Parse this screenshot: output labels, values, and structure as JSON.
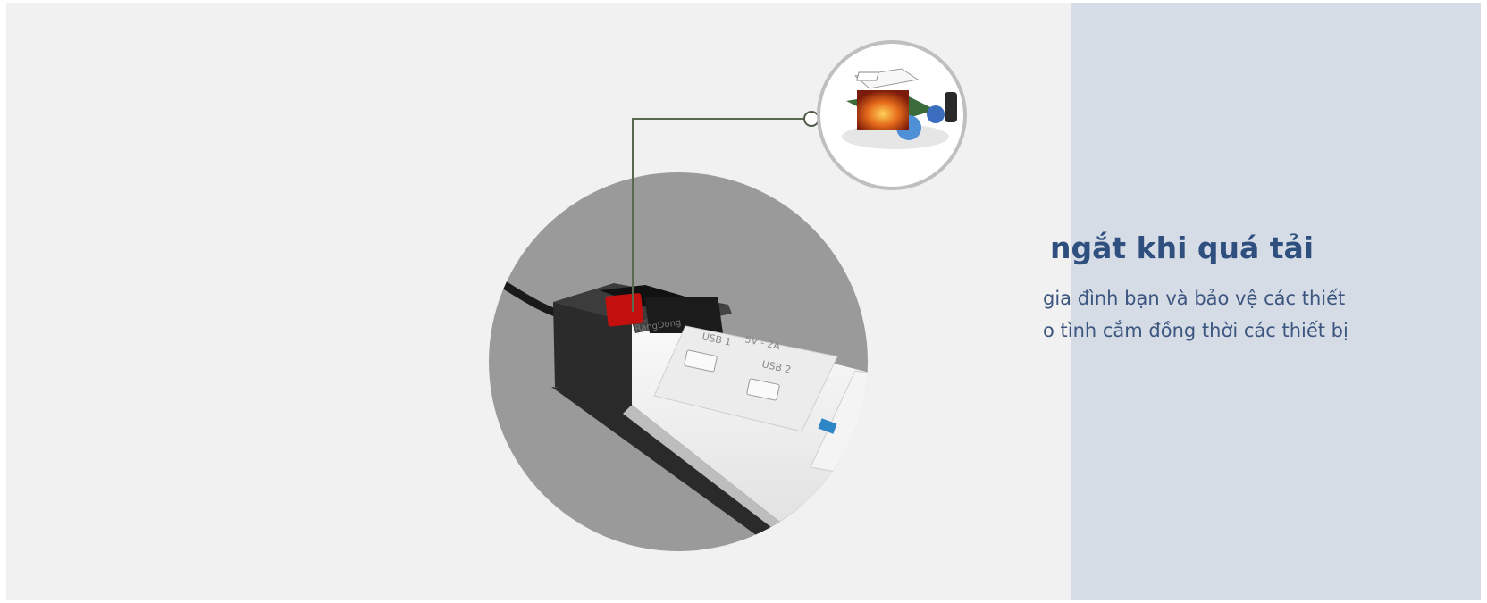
{
  "product": {
    "switch_label": "RangDong",
    "usb_rating_label": "5V - 2A",
    "usb_port_labels": [
      "USB 1",
      "USB 2"
    ]
  },
  "feature": {
    "title": "ngắt khi quá tải",
    "description_lines": [
      "gia đình bạn và bảo vệ các thiết",
      "o tình cắm đồng thời các thiết bị"
    ]
  },
  "colors": {
    "page_bg": "#f1f1f1",
    "panel_bg": "#d5dce6",
    "title_color": "#2f4f7f",
    "text_color": "#3d5680",
    "switch_red": "#c40f0f",
    "callout_line": "#5a6a4e"
  }
}
